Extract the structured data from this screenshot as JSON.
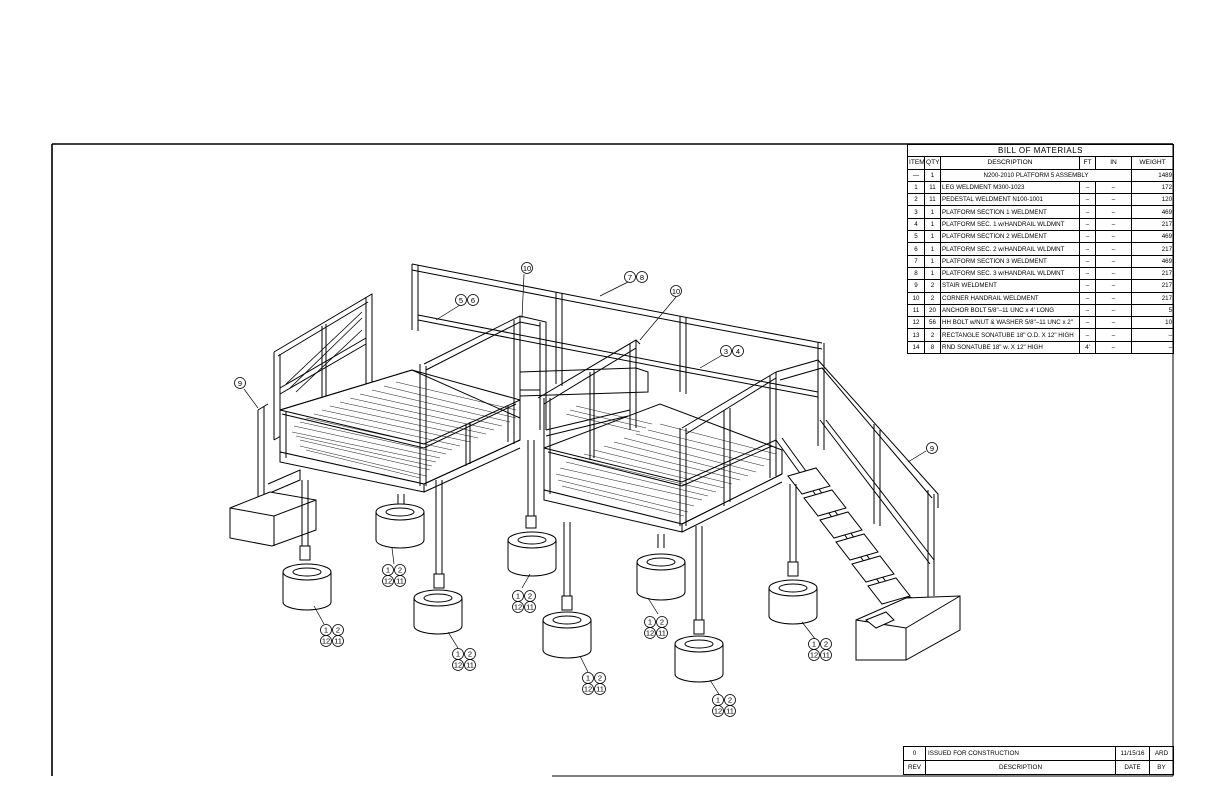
{
  "bom": {
    "title": "BILL OF MATERIALS",
    "headers": [
      "ITEM",
      "QTY",
      "DESCRIPTION",
      "FT",
      "IN",
      "WEIGHT"
    ],
    "assembly_row": {
      "item": "—",
      "qty": "1",
      "description": "N200-2010 PLATFORM 5 ASSEMBLY",
      "weight": "1489"
    },
    "rows": [
      {
        "item": "1",
        "qty": "11",
        "description": "LEG WELDMENT M300-1023",
        "ft": "–",
        "in": "–",
        "weight": "172"
      },
      {
        "item": "2",
        "qty": "11",
        "description": "PEDESTAL WELDMENT N100-1001",
        "ft": "–",
        "in": "–",
        "weight": "120"
      },
      {
        "item": "3",
        "qty": "1",
        "description": "PLATFORM SECTION 1 WELDMENT",
        "ft": "–",
        "in": "–",
        "weight": "469"
      },
      {
        "item": "4",
        "qty": "1",
        "description": "PLATFORM SEC. 1 w/HANDRAIL WLDMNT",
        "ft": "–",
        "in": "–",
        "weight": "217"
      },
      {
        "item": "5",
        "qty": "1",
        "description": "PLATFORM SECTION 2 WELDMENT",
        "ft": "–",
        "in": "–",
        "weight": "469"
      },
      {
        "item": "6",
        "qty": "1",
        "description": "PLATFORM SEC. 2 w/HANDRAIL WLDMNT",
        "ft": "–",
        "in": "–",
        "weight": "217"
      },
      {
        "item": "7",
        "qty": "1",
        "description": "PLATFORM SECTION 3 WELDMENT",
        "ft": "–",
        "in": "–",
        "weight": "469"
      },
      {
        "item": "8",
        "qty": "1",
        "description": "PLATFORM SEC. 3 w/HANDRAIL WLDMNT",
        "ft": "–",
        "in": "–",
        "weight": "217"
      },
      {
        "item": "9",
        "qty": "2",
        "description": "STAIR WELDMENT",
        "ft": "–",
        "in": "–",
        "weight": "217"
      },
      {
        "item": "10",
        "qty": "2",
        "description": "CORNER HANDRAIL WELDMENT",
        "ft": "–",
        "in": "–",
        "weight": "217"
      },
      {
        "item": "11",
        "qty": "20",
        "description": "ANCHOR BOLT 5/8\"–11 UNC x 4' LONG",
        "ft": "–",
        "in": "–",
        "weight": "5"
      },
      {
        "item": "12",
        "qty": "56",
        "description": "HH BOLT w/NUT & WASHER 5/8\"–11 UNC x 2\"",
        "ft": "–",
        "in": "–",
        "weight": "10"
      },
      {
        "item": "13",
        "qty": "2",
        "description": "RECTANGLE SONATUBE 18\" O.D. X 12\" HIGH",
        "ft": "–",
        "in": "–",
        "weight": "–"
      },
      {
        "item": "14",
        "qty": "8",
        "description": "RND SONATUBE 18\" w. X 12\" HIGH",
        "ft": "4'",
        "in": "–",
        "weight": "–"
      }
    ]
  },
  "revision_block": {
    "row": {
      "rev": "0",
      "description": "ISSUED FOR CONSTRUCTION",
      "date": "11/15/16",
      "by": "ARD"
    },
    "headers": {
      "rev": "REV",
      "description": "DESCRIPTION",
      "date": "DATE",
      "by": "BY"
    }
  },
  "callouts": {
    "stair_left": "9",
    "stair_right": "9",
    "corner_rail_left": "10",
    "corner_rail_right": "10",
    "section_2_a": "5",
    "section_2_b": "6",
    "section_3_a": "7",
    "section_3_b": "8",
    "section_1_a": "3",
    "section_1_b": "4",
    "leg_a": "1",
    "leg_b": "2",
    "leg_c": "12",
    "leg_d": "11"
  }
}
